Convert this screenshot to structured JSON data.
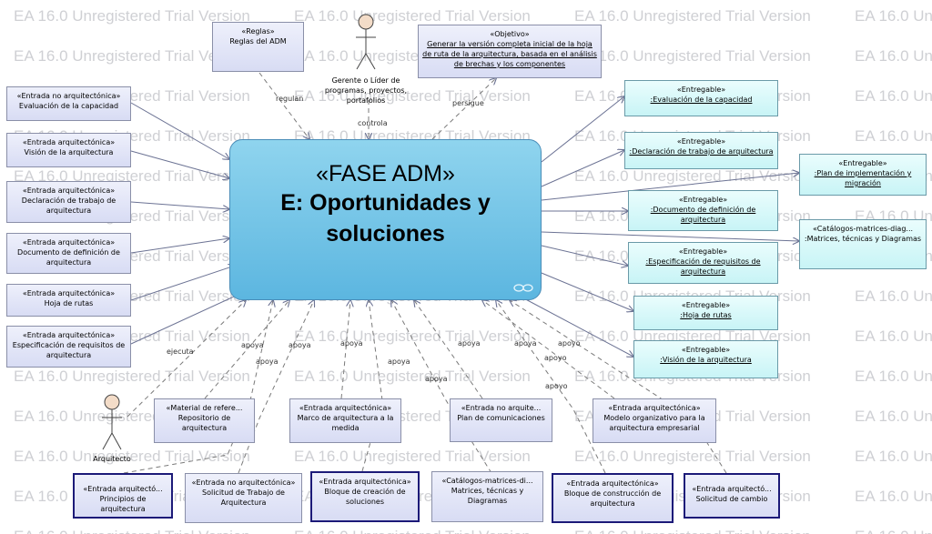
{
  "watermark": "EA 16.0 Unregistered Trial Version",
  "phase": {
    "stereotype": "«FASE ADM»",
    "title": "E: Oportunidades y soluciones"
  },
  "actors": {
    "manager": "Gerente o Líder de programas, proyectos, portafolios",
    "architect": "Arquitecto"
  },
  "top": {
    "rules": {
      "stereotype": "«Reglas»",
      "name": "Reglas del ADM"
    },
    "objective": {
      "stereotype": "«Objetivo»",
      "name": "Generar la versión completa inicial de la hoja de ruta de la arquitectura, basada en el análisis de brechas y los componentes"
    }
  },
  "inputs_left": [
    {
      "stereotype": "«Entrada no arquitectónica»",
      "name": "Evaluación de la capacidad"
    },
    {
      "stereotype": "«Entrada arquitectónica»",
      "name": "Visión de la arquitectura"
    },
    {
      "stereotype": "«Entrada arquitectónica»",
      "name": "Declaración de trabajo de arquitectura"
    },
    {
      "stereotype": "«Entrada arquitectónica»",
      "name": "Documento de definición de arquitectura"
    },
    {
      "stereotype": "«Entrada arquitectónica»",
      "name": "Hoja de rutas"
    },
    {
      "stereotype": "«Entrada arquitectónica»",
      "name": "Especificación de requisitos de arquitectura"
    }
  ],
  "deliverables": [
    {
      "stereotype": "«Entregable»",
      "name": ":Evaluación de la capacidad"
    },
    {
      "stereotype": "«Entregable»",
      "name": ":Declaración de trabajo de arquitectura"
    },
    {
      "stereotype": "«Entregable»",
      "name": ":Documento de definición de arquitectura"
    },
    {
      "stereotype": "«Entregable»",
      "name": ":Especificación de requisitos de arquitectura"
    },
    {
      "stereotype": "«Entregable»",
      "name": ":Hoja de rutas"
    },
    {
      "stereotype": "«Entregable»",
      "name": ":Visión de la arquitectura"
    }
  ],
  "far_right": [
    {
      "stereotype": "«Entregable»",
      "name": ":Plan de implementación y migración"
    },
    {
      "stereotype": "«Catálogos-matrices-diag...",
      "name": ":Matrices, técnicas y Diagramas"
    }
  ],
  "support_row": [
    {
      "stereotype": "«Material de refere...",
      "name": "Repositorio de arquitectura"
    },
    {
      "stereotype": "«Entrada arquitectónica»",
      "name": "Marco de arquitectura a la medida"
    },
    {
      "stereotype": "«Entrada no arquite...",
      "name": "Plan de comunicaciones"
    },
    {
      "stereotype": "«Entrada arquitectónica»",
      "name": "Modelo organizativo para la arquitectura empresarial"
    }
  ],
  "bottom_row": [
    {
      "stereotype": "«Entrada arquitectó...",
      "name": "Principios de arquitectura"
    },
    {
      "stereotype": "«Entrada no arquitectónica»",
      "name": "Solicitud de Trabajo de Arquitectura"
    },
    {
      "stereotype": "«Entrada arquitectónica»",
      "name": "Bloque de creación de soluciones"
    },
    {
      "stereotype": "«Catálogos-matrices-di...",
      "name": "Matrices, técnicas y Diagramas"
    },
    {
      "stereotype": "«Entrada arquitectónica»",
      "name": "Bloque de construcción de arquitectura"
    },
    {
      "stereotype": "«Entrada arquitectó...",
      "name": "Solicitud de cambio"
    }
  ],
  "edge_labels": {
    "regulan": "regulan",
    "controla": "controla",
    "persigue": "persigue",
    "ejecuta": "ejecuta",
    "apoya": "apoya",
    "apoyo": "apoyo"
  }
}
